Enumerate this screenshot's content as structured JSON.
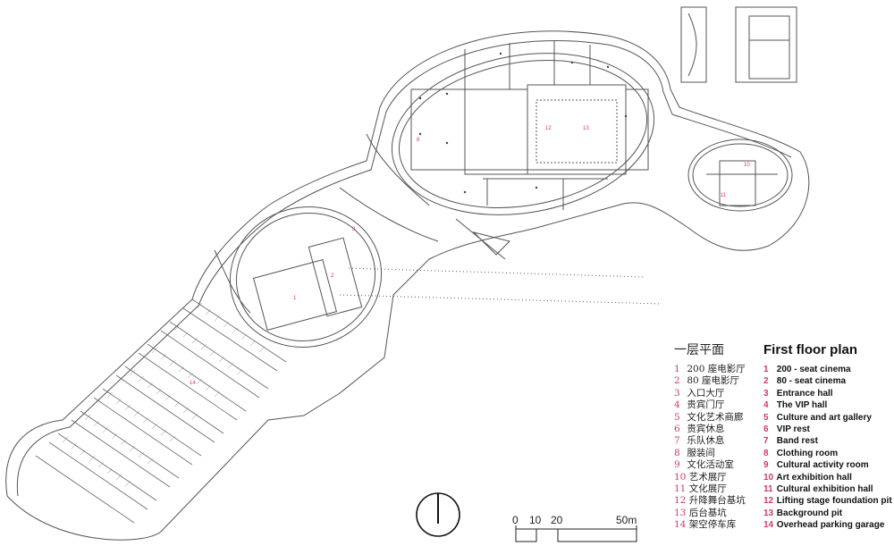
{
  "legend": {
    "title_cn": "一层平面",
    "title_en": "First floor plan",
    "items": [
      {
        "num": "1",
        "cn": "200 座电影厅",
        "en": "200 - seat cinema"
      },
      {
        "num": "2",
        "cn": "80 座电影厅",
        "en": "80 - seat cinema"
      },
      {
        "num": "3",
        "cn": "入口大厅",
        "en": "Entrance hall"
      },
      {
        "num": "4",
        "cn": "贵宾门厅",
        "en": "The VIP hall"
      },
      {
        "num": "5",
        "cn": "文化艺术商廊",
        "en": "Culture and art gallery"
      },
      {
        "num": "6",
        "cn": "贵宾休息",
        "en": "VIP rest"
      },
      {
        "num": "7",
        "cn": "乐队休息",
        "en": "Band rest"
      },
      {
        "num": "8",
        "cn": "服装间",
        "en": "Clothing room"
      },
      {
        "num": "9",
        "cn": "文化活动室",
        "en": "Cultural activity room"
      },
      {
        "num": "10",
        "cn": "艺术展厅",
        "en": "Art exhibition hall"
      },
      {
        "num": "11",
        "cn": "文化展厅",
        "en": "Cultural exhibition hall"
      },
      {
        "num": "12",
        "cn": "升降舞台基坑",
        "en": "Lifting stage foundation pit"
      },
      {
        "num": "13",
        "cn": "后台基坑",
        "en": "Background pit"
      },
      {
        "num": "14",
        "cn": "架空停车库",
        "en": "Overhead parking garage"
      }
    ]
  },
  "scale_bar": {
    "labels": [
      "0",
      "10",
      "20",
      "50m"
    ]
  },
  "plan_labels": {
    "room_1": "1",
    "room_2": "2",
    "room_3": "3",
    "room_8": "8",
    "room_10": "10",
    "room_11": "11",
    "room_12": "12",
    "room_13": "13",
    "room_14": "14"
  },
  "colors": {
    "line": "#555555",
    "accent_numbers": "#d2386c"
  }
}
